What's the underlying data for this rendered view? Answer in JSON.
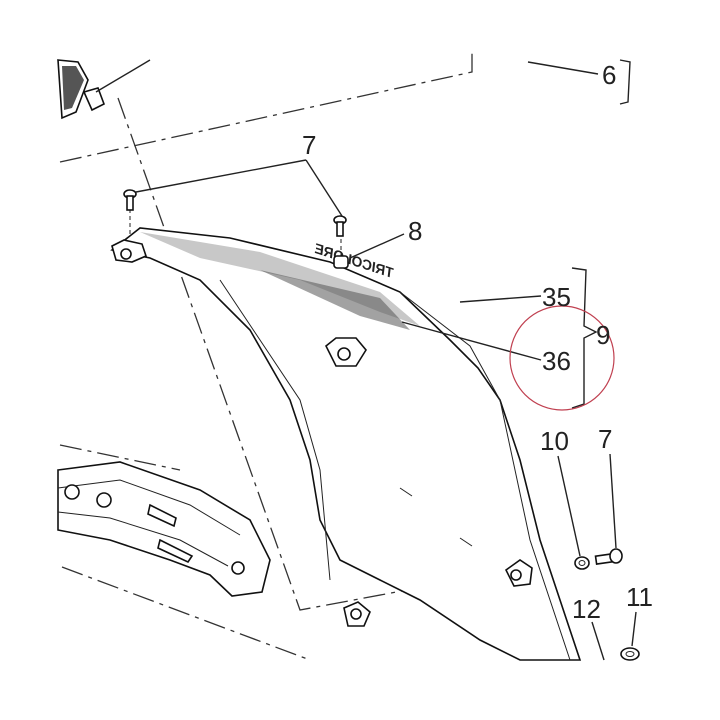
{
  "callouts": {
    "c6": "6",
    "c7_top": "7",
    "c8": "8",
    "c35": "35",
    "c9": "9",
    "c36": "36",
    "c10": "10",
    "c7_right": "7",
    "c11": "11",
    "c12": "12"
  },
  "decal_text": "TRICOLORE",
  "colors": {
    "line": "#222222",
    "highlight_circle": "#c04050",
    "stripe": "#c8c8c8"
  }
}
